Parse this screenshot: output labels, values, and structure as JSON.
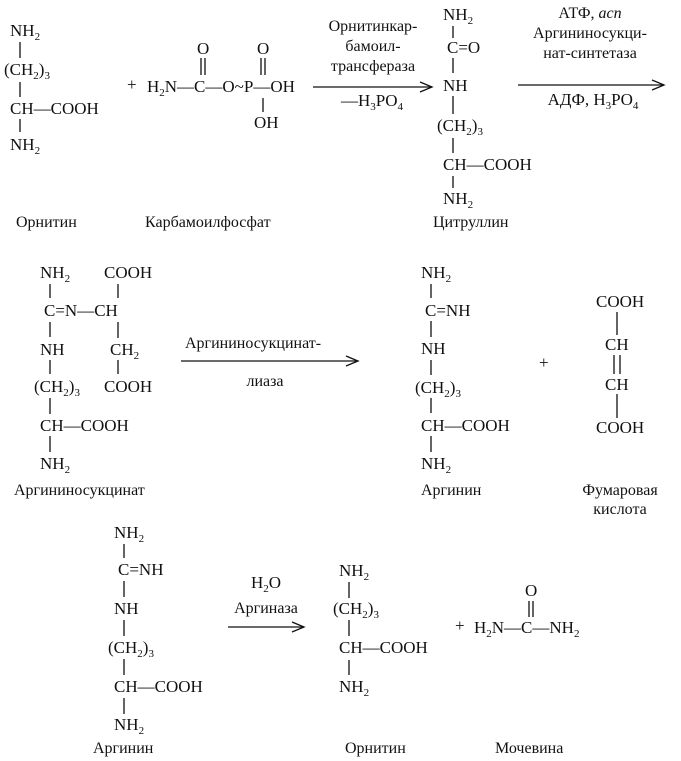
{
  "reaction1": {
    "ornithine": {
      "nh2_top": "NH2",
      "ch2_chain": "(CH2)3",
      "ch_cooh": "CH—COOH",
      "nh2_bottom": "NH2",
      "name": "Орнитин"
    },
    "plus": "+",
    "carbamoyl_phosphate": {
      "o_carbonyl": "O",
      "o_phosphoryl": "O",
      "formula": "H2N—C—O~P—OH",
      "oh_bottom": "OH",
      "name": "Карбамоилфосфат"
    },
    "enzyme_line1": "Орнитинкар-",
    "enzyme_line2": "бамоил-",
    "enzyme_line3": "трансфераза",
    "byproduct": "—H3PO4",
    "citrulline": {
      "nh2_top": "NH2",
      "c_eq_o": "C=O",
      "nh": "NH",
      "ch2_chain": "(CH2)3",
      "ch_cooh": "CH—COOH",
      "nh2_bottom": "NH2",
      "name": "Цитруллин"
    },
    "step2_cofactors_line1": "АТФ,",
    "step2_cofactors_asp": "асп",
    "step2_enzyme_line1": "Аргининосукци-",
    "step2_enzyme_line2": "нат-синтетаза",
    "step2_products": "АДФ, H3PO4"
  },
  "reaction2": {
    "argininosuccinate": {
      "nh2_top": "NH2",
      "cooh_top": "COOH",
      "c_eq_n_ch": "C=N—CH",
      "nh": "NH",
      "ch2": "CH2",
      "ch2_chain": "(CH2)3",
      "cooh_side": "COOH",
      "ch_cooh": "CH—COOH",
      "nh2_bottom": "NH2",
      "name": "Аргининосукцинат"
    },
    "enzyme_line1": "Аргининосукцинат-",
    "enzyme_line2": "лиаза",
    "arginine": {
      "nh2_top": "NH2",
      "c_eq_nh": "C=NH",
      "nh": "NH",
      "ch2_chain": "(CH2)3",
      "ch_cooh": "CH—COOH",
      "nh2_bottom": "NH2",
      "name": "Аргинин"
    },
    "plus": "+",
    "fumaric_acid": {
      "cooh_top": "COOH",
      "ch_top": "CH",
      "ch_bottom": "CH",
      "cooh_bottom": "COOH",
      "name_line1": "Фумаровая",
      "name_line2": "кислота"
    }
  },
  "reaction3": {
    "arginine": {
      "nh2_top": "NH2",
      "c_eq_nh": "C=NH",
      "nh": "NH",
      "ch2_chain": "(CH2)3",
      "ch_cooh": "CH—COOH",
      "nh2_bottom": "NH2",
      "name": "Аргинин"
    },
    "reagent": "H2O",
    "enzyme": "Аргиназа",
    "ornithine": {
      "nh2_top": "NH2",
      "ch2_chain": "(CH2)3",
      "ch_cooh": "CH—COOH",
      "nh2_bottom": "NH2",
      "name": "Орнитин"
    },
    "plus": "+",
    "urea": {
      "o_top": "O",
      "formula": "H2N—C—NH2",
      "name": "Мочевина"
    }
  }
}
